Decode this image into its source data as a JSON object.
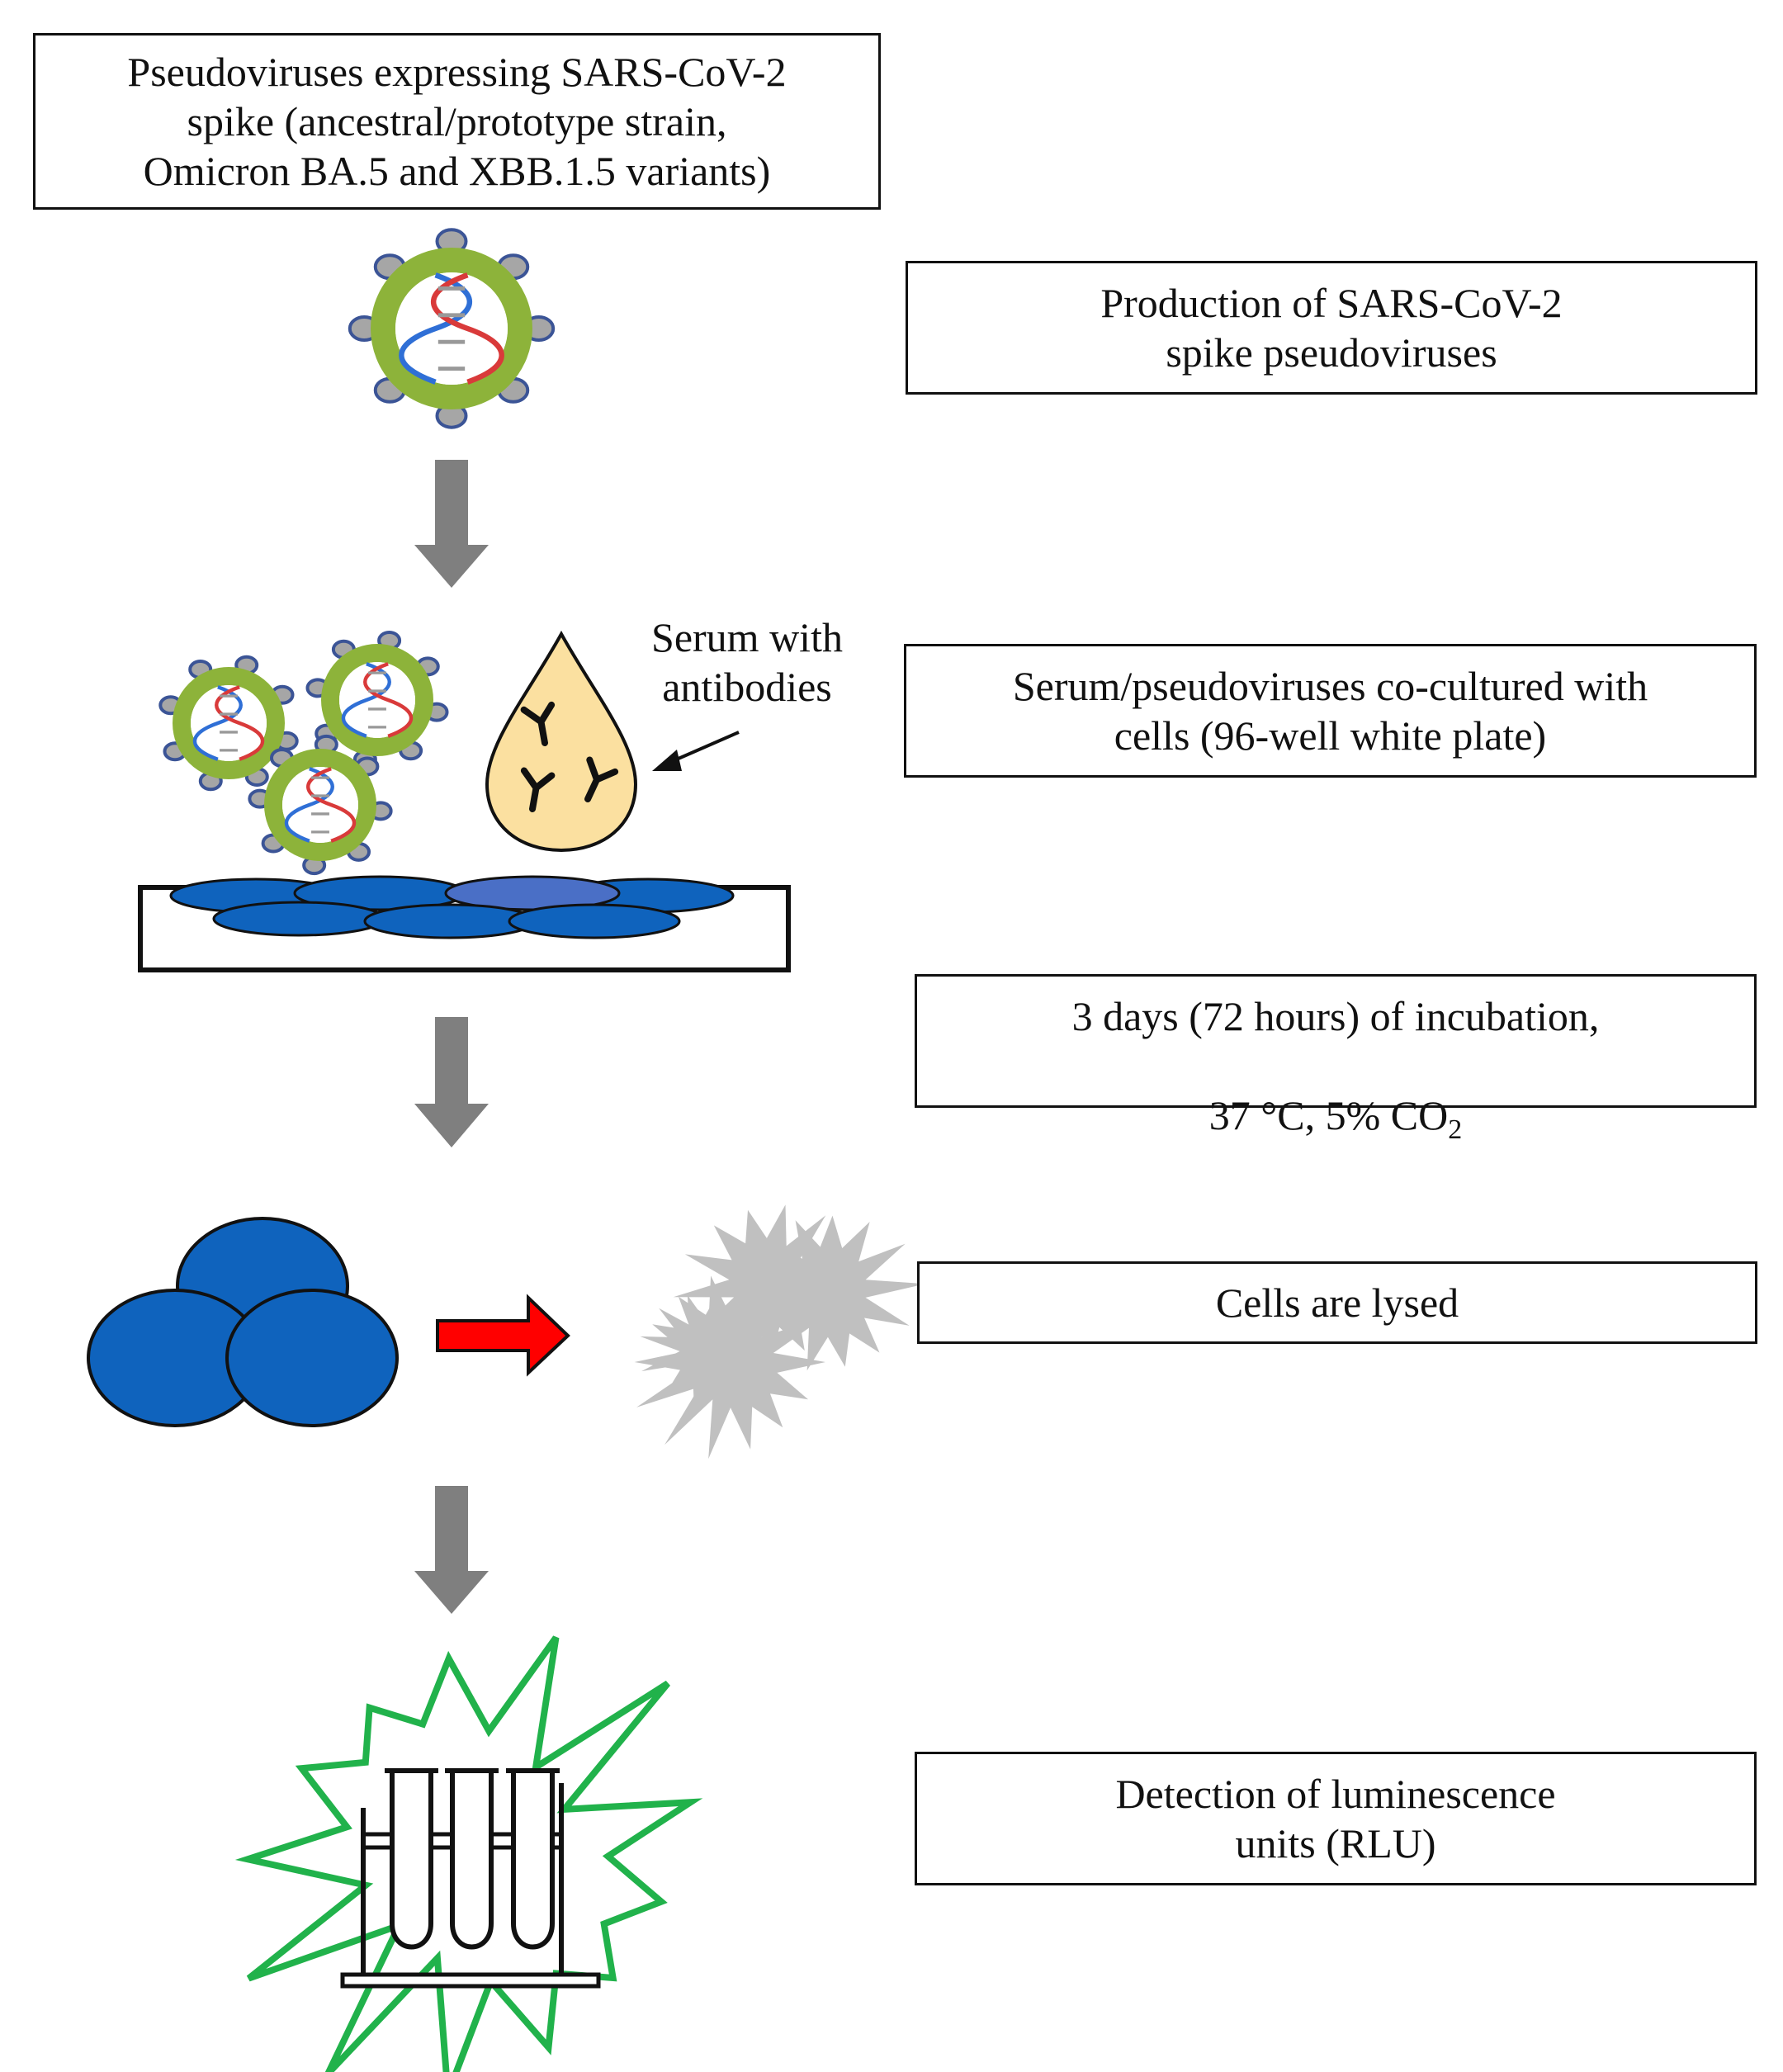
{
  "boxes": {
    "source": "Pseudoviruses expressing SARS-CoV-2\nspike (ancestral/prototype strain,\nOmicron BA.5 and XBB.1.5 variants)",
    "production": "Production of SARS-CoV-2\nspike pseudoviruses",
    "coculture": "Serum/pseudoviruses co-cultured with\ncells (96-well white plate)",
    "incubation_line1": "3 days (72 hours) of incubation,",
    "incubation_line2_prefix": "37 °C, 5% CO",
    "incubation_subscript": "2",
    "lysis": "Cells are lysed",
    "detection": "Detection of luminescence\nunits (RLU)"
  },
  "labels": {
    "serum": "Serum with\nantibodies"
  },
  "colors": {
    "virus_ring": "#8db33a",
    "spike_fill": "#a6a6a6",
    "spike_stroke": "#3b5496",
    "cell_blue": "#0f63bd",
    "cell_highlight": "#4a6fc6",
    "flow_arrow": "#7f7f7f",
    "lysis_arrow": "#ff0000",
    "debris": "#c0c0c0",
    "serum_drop": "#fbe0a0",
    "glow": "#21b24b"
  },
  "icons": [
    "dna-icon",
    "antibody-icon",
    "test-tube-rack-icon"
  ]
}
